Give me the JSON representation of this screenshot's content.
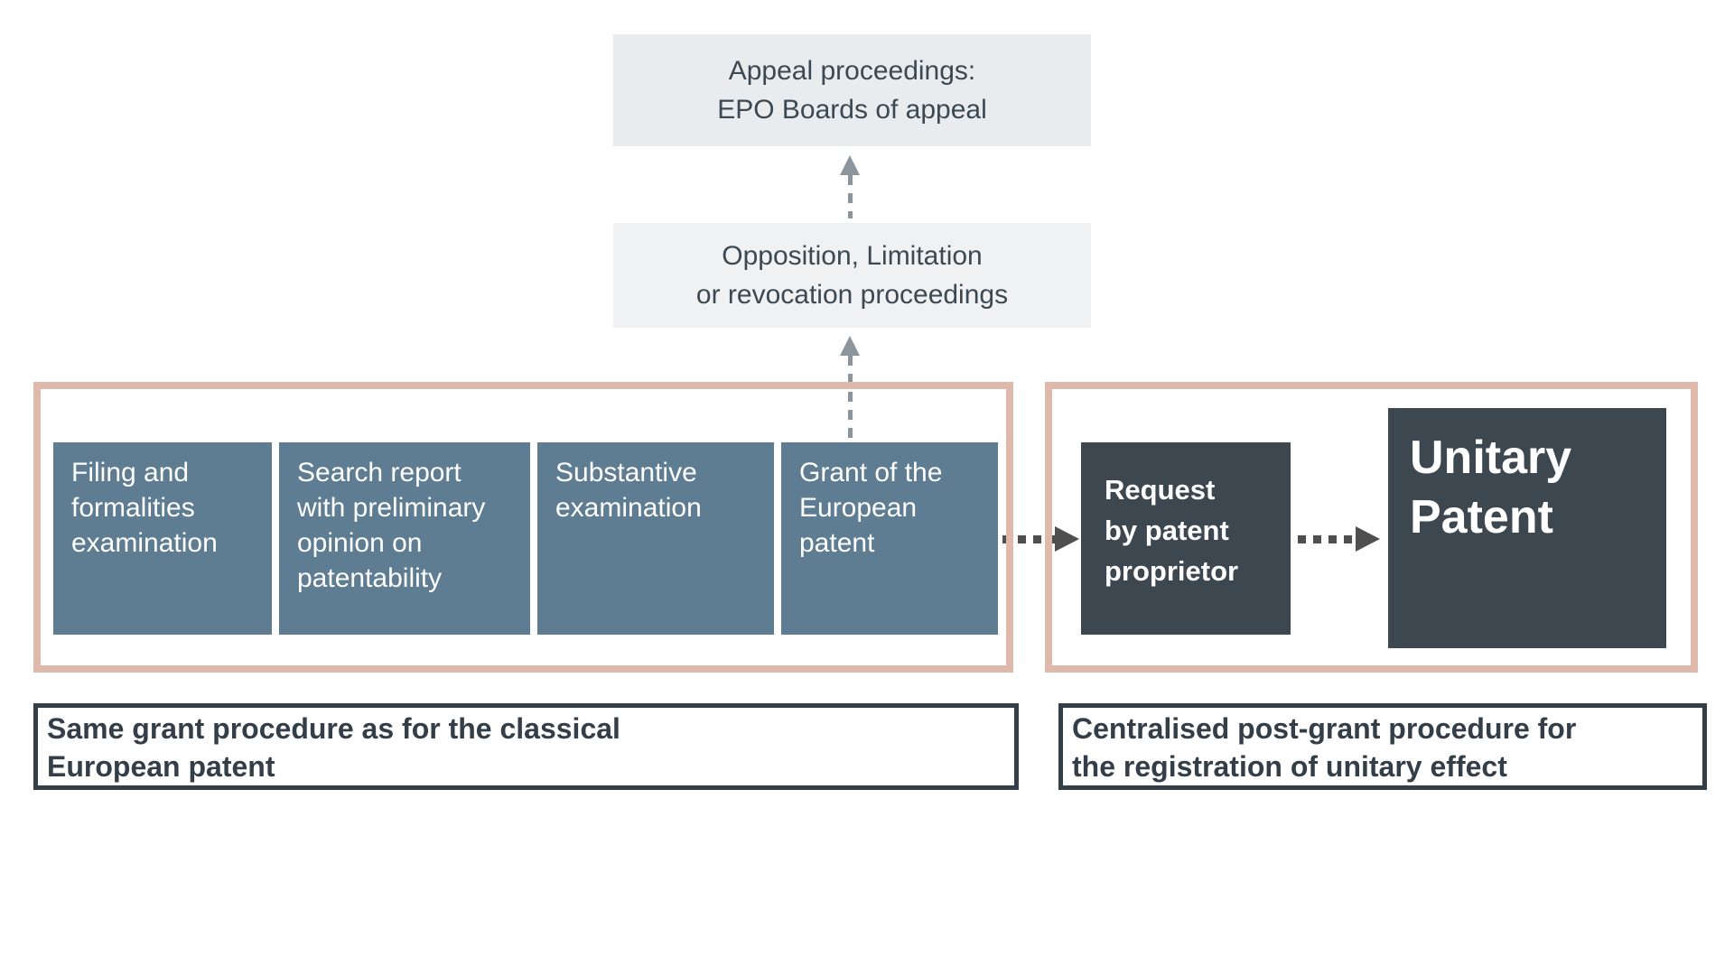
{
  "diagram": {
    "appeal_box": "Appeal proceedings:\nEPO Boards of appeal",
    "opposition_box": "Opposition, Limitation\nor revocation proceedings",
    "stages": [
      {
        "label": "Filing and\nformalities\nexamination"
      },
      {
        "label": "Search report\nwith preliminary\nopinion on\npatentability"
      },
      {
        "label": "Substantive\nexamination"
      },
      {
        "label": "Grant of the\nEuropean\npatent"
      }
    ],
    "request_box": "Request\nby patent\nproprietor",
    "unitary_box": "Unitary\nPatent",
    "caption_left": "Same grant procedure as for the classical\nEuropean patent",
    "caption_right": "Centralised post-grant procedure for\nthe registration of unitary effect"
  },
  "colors": {
    "light_box_bg": "#e8ecef",
    "light_box_bg2": "#eff1f2",
    "stage_box_bg": "#5e7d92",
    "dark_box_bg": "#3c4750",
    "frame_border": "#dfb9ab",
    "caption_border": "#333e48",
    "text_dark": "#3c4952",
    "text_light": "#ffffff",
    "arrow_light": "#8b959b",
    "arrow_dark": "#4f4f4f"
  }
}
